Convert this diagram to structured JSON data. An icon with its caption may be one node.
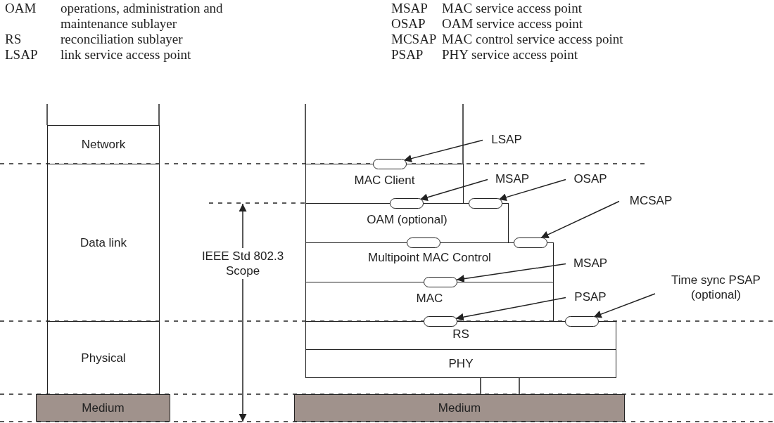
{
  "diagram": {
    "nodes": [
      {
        "text": [
          "Network"
        ]
      },
      {
        "text": [
          "Data link"
        ]
      },
      {
        "text": [
          "Physical"
        ]
      },
      {
        "text": [
          "Medium"
        ]
      },
      {
        "text": [
          "MAC Client"
        ]
      },
      {
        "text": [
          "OAM (optional)"
        ]
      },
      {
        "text": [
          "Multipoint MAC Control"
        ]
      },
      {
        "text": [
          "MAC"
        ]
      },
      {
        "text": [
          "RS"
        ]
      },
      {
        "text": [
          "PHY"
        ]
      },
      {
        "text": [
          "Medium"
        ]
      },
      {
        "text": [
          "LSAP"
        ]
      },
      {
        "text": [
          "MSAP"
        ]
      },
      {
        "text": [
          "OSAP"
        ]
      },
      {
        "text": [
          "MCSAP"
        ]
      },
      {
        "text": [
          "MSAP"
        ]
      },
      {
        "text": [
          "PSAP"
        ]
      },
      {
        "text": [
          "Time sync PSAP (optional)"
        ]
      },
      {
        "text": [],
        "shape": "oval"
      },
      {
        "text": [],
        "shape": "oval"
      },
      {
        "text": [],
        "shape": "oval"
      },
      {
        "text": [],
        "shape": "oval"
      },
      {
        "text": [],
        "shape": "oval"
      },
      {
        "text": [],
        "shape": "oval"
      },
      {
        "text": [],
        "shape": "oval"
      },
      {
        "text": [],
        "shape": "oval"
      }
    ],
    "edges": [
      {
        "from": 11,
        "to": 18,
        "arrow": "to"
      },
      {
        "from": 12,
        "to": 19,
        "arrow": "to"
      },
      {
        "from": 13,
        "to": 20,
        "arrow": "to"
      },
      {
        "from": 14,
        "to": 22,
        "arrow": "to"
      },
      {
        "from": 15,
        "to": 23,
        "arrow": "to"
      },
      {
        "from": 16,
        "to": 24,
        "arrow": "to"
      },
      {
        "from": 17,
        "to": 25,
        "arrow": "to"
      },
      {
        "from": 9,
        "to": 10,
        "arrow": "none"
      },
      {
        "from": 9,
        "to": 10,
        "arrow": "none"
      }
    ],
    "labels": [
      "OAM",
      "operations, administration and maintenance sublayer",
      "RS",
      "reconciliation sublayer",
      "LSAP",
      "link service access point",
      "MSAP",
      "MAC service access point",
      "OSAP",
      "OAM service access point",
      "MCSAP",
      "MAC control service access point",
      "PSAP",
      "PHY service access point",
      "IEEE Std 802.3 Scope"
    ]
  }
}
